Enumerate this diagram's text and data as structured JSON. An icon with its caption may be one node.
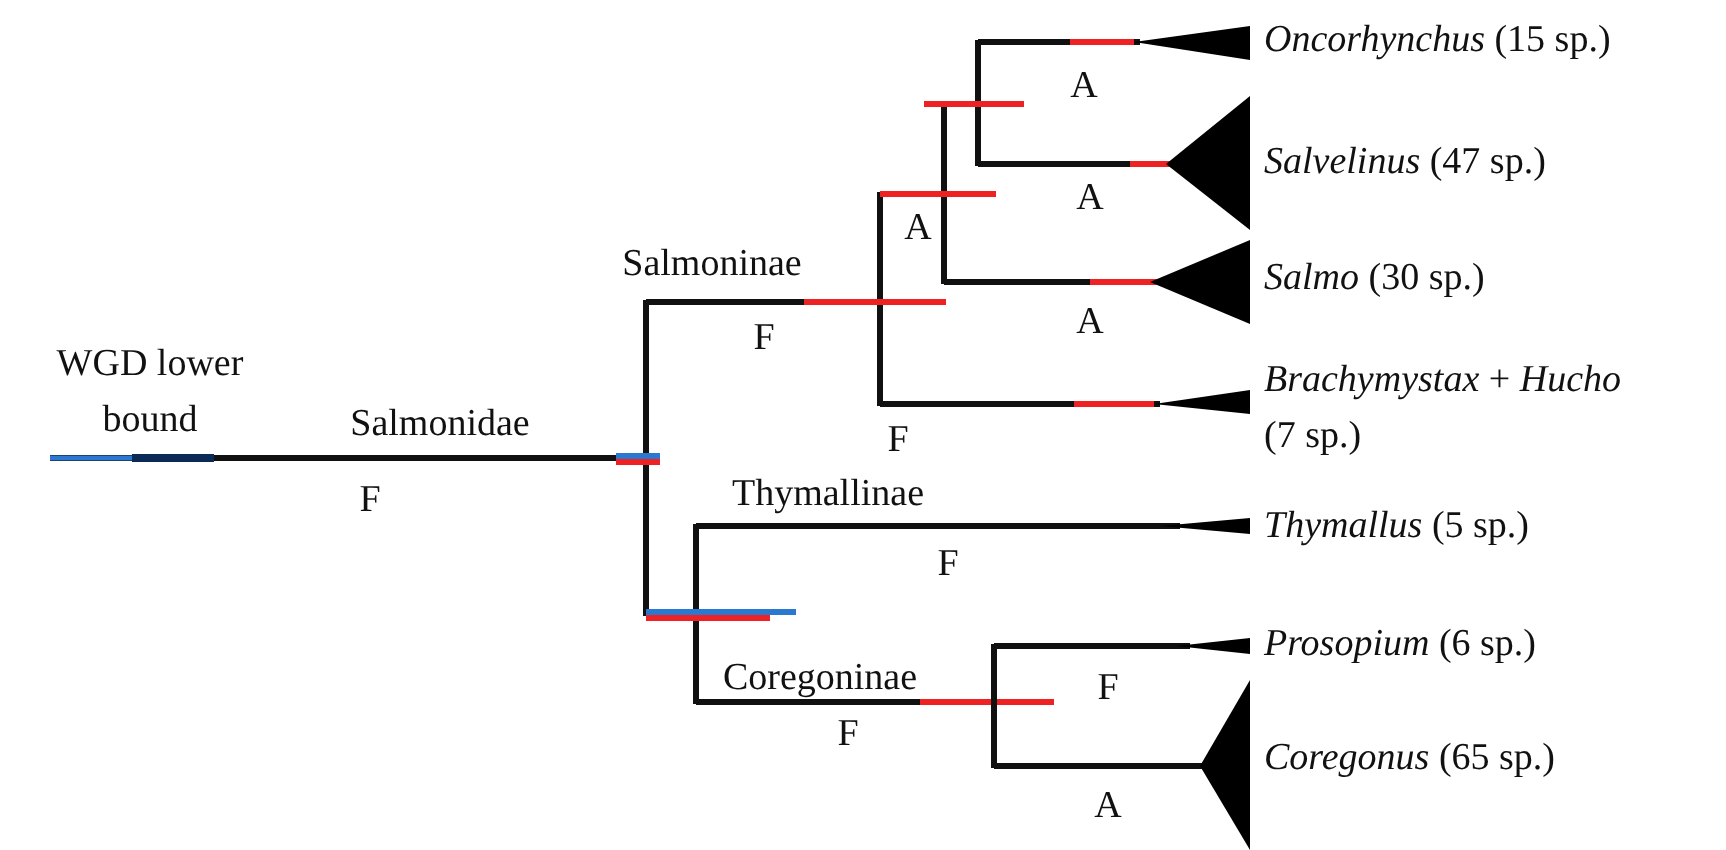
{
  "diagram": {
    "labels": [
      "*Oncorhynchus* (15 sp.)",
      "A",
      "*Salvelinus* (47 sp.)",
      "A",
      "A",
      "Salmoninae",
      "*Salmo* (30 sp.)",
      "F",
      "WGD lower bound",
      "A",
      "*Brachymystax* + *Hucho* (7 sp.)",
      "Salmonidae",
      "F",
      "F",
      "Thymallinae",
      "*Thymallus*  (5 sp.)",
      "F",
      "*Prosopium*  (6 sp.)",
      "F",
      "Coregoninae",
      "*Coregonus*  (65 sp.)",
      "F",
      "A"
    ]
  }
}
